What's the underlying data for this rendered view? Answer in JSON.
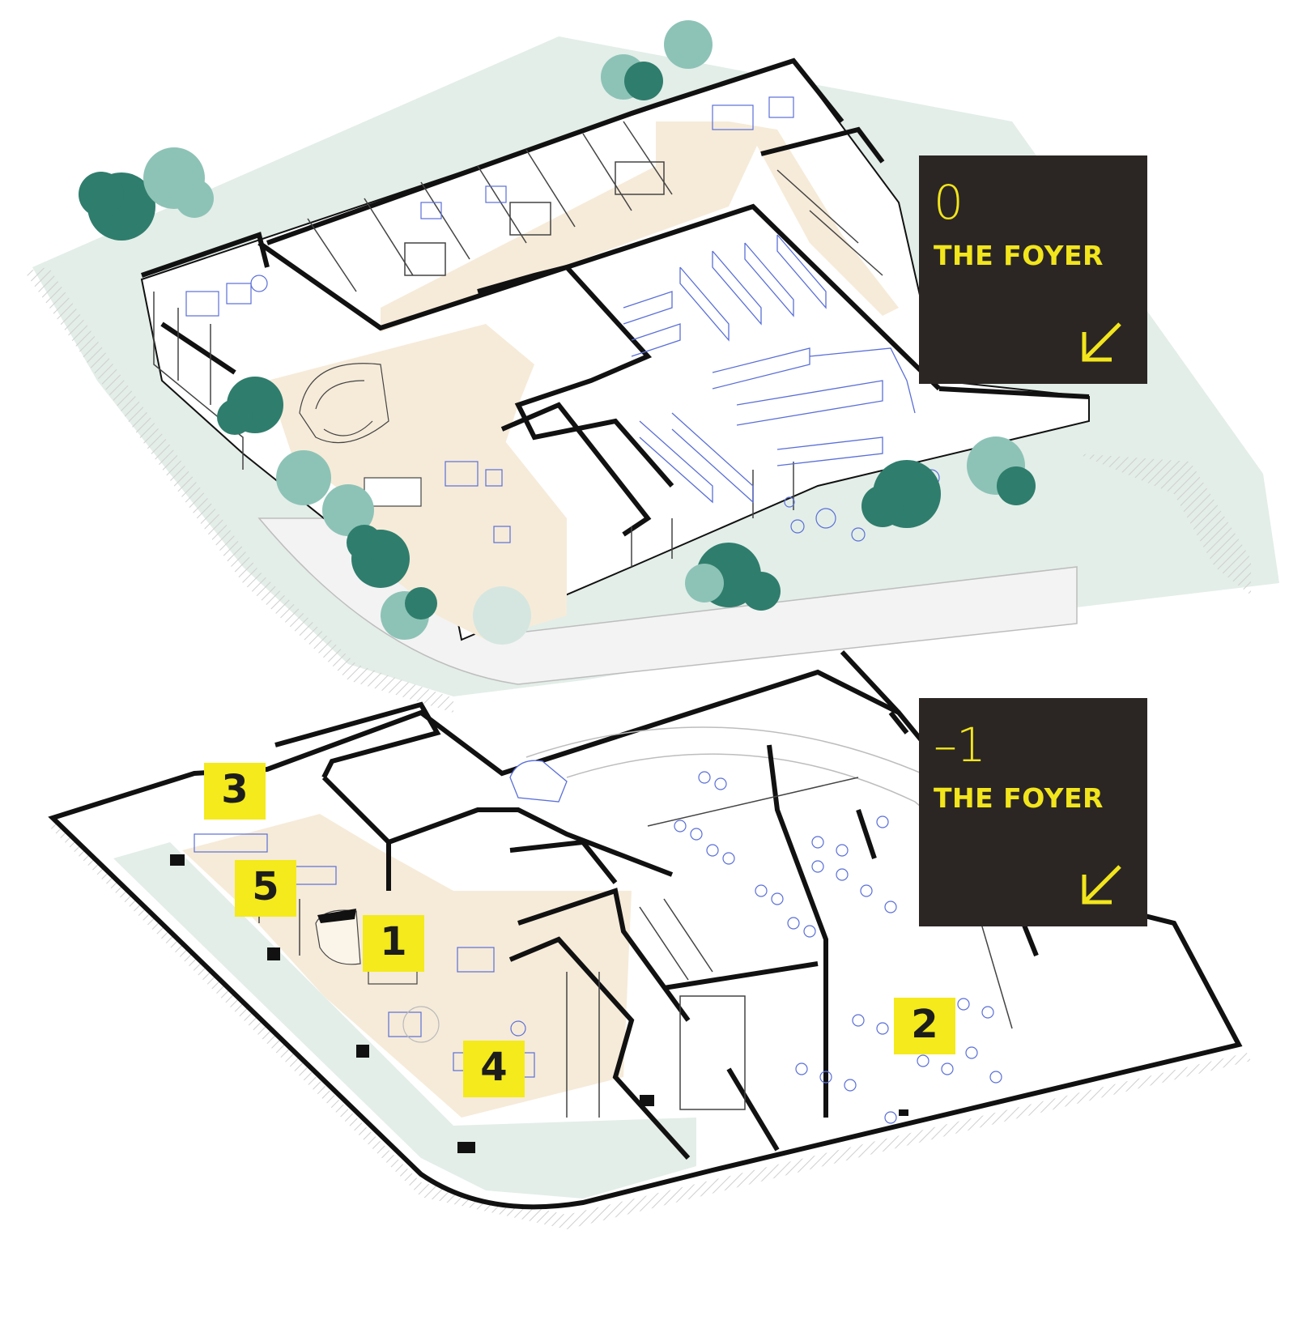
{
  "panels": [
    {
      "level": "0",
      "title": "THE FOYER",
      "icon": "arrow-down-left-icon"
    },
    {
      "level": "–1",
      "title": "THE FOYER",
      "icon": "arrow-down-left-icon"
    }
  ],
  "labels": [
    "3",
    "5",
    "1",
    "4",
    "2"
  ],
  "colors": {
    "panel_bg": "#2b2624",
    "panel_text": "#f2e51c",
    "label_bg": "#f4ea1c",
    "floor_warm": "#f6ebd9",
    "landscape": "#e3eee8",
    "tree_dark": "#2f7d6d",
    "tree_light": "#8dc3b6",
    "furniture": "#5a6fd8",
    "wall": "#111111"
  }
}
